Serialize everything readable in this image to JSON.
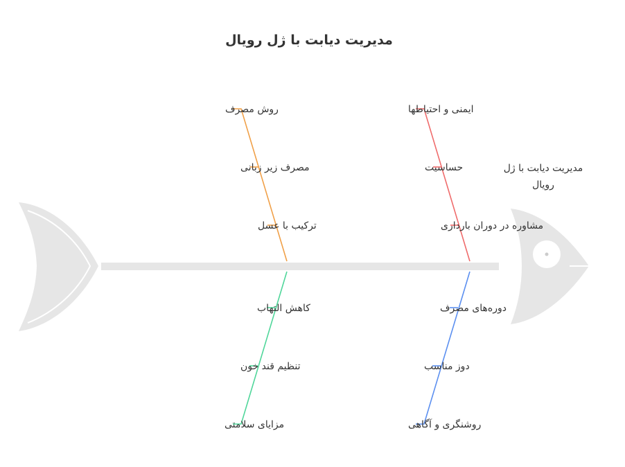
{
  "title": "مدیریت دیابت با ژل رویال",
  "head_label": [
    "مدیریت دیابت با ژل",
    "رویال"
  ],
  "colors": {
    "fish_body": "#e6e6e6",
    "text": "#333333",
    "red": "#ef6b6b",
    "orange": "#f0a048",
    "blue": "#5b8ff0",
    "green": "#4fd69a"
  },
  "branches": {
    "top_right": {
      "color": "#ef6b6b",
      "items": [
        "ایمنی و احتیاطها",
        "حساسیت",
        "مشاوره در دوران بارداری"
      ]
    },
    "top_left": {
      "color": "#f0a048",
      "items": [
        "روش مصرف",
        "مصرف زیر زبانی",
        "ترکیب با عسل"
      ]
    },
    "bottom_right": {
      "color": "#5b8ff0",
      "items": [
        "دوره‌های مصرف",
        "دوز مناسب",
        "روشنگری و آگاهی"
      ]
    },
    "bottom_left": {
      "color": "#4fd69a",
      "items": [
        "کاهش التهاب",
        "تنظیم قند خون",
        "مزایای سلامتی"
      ]
    }
  }
}
